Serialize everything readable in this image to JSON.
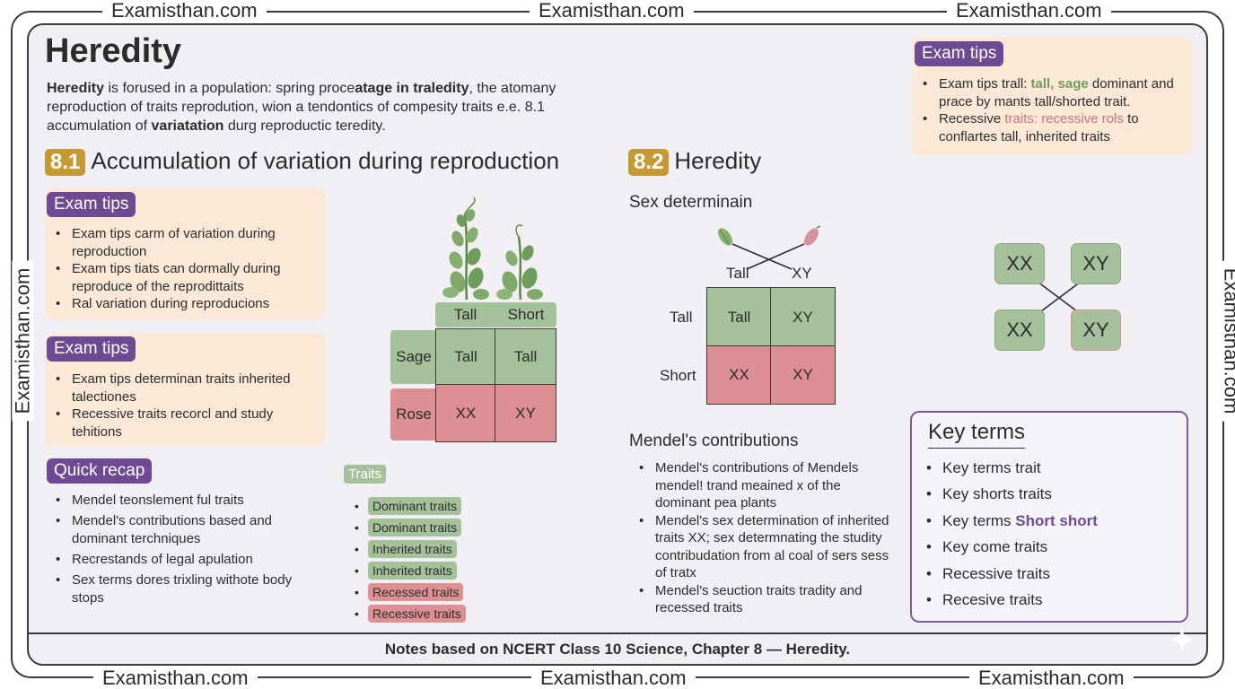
{
  "watermark": "Examisthan.com",
  "header": {
    "title": "Heredity",
    "intro_bold1": "Heredity",
    "intro_part1": " is forused in a population: spring proce",
    "intro_bold2": "atage in traledity",
    "intro_part2": ", the atomany reproduction of traits reprodution, wion a tendontics of compesity traits e.e. 8.1 accumulation of ",
    "intro_bold3": "variatation",
    "intro_part3": " durg reproductic teredity."
  },
  "section1": {
    "number": "8.1",
    "title": "Accumulation of variation during reproduction",
    "card1": {
      "pill": "Exam tips",
      "items": [
        "Exam tips carm of variation during reproduction",
        "Exam tips tiats can dormally during reproduce of the reprodittaits",
        "Ral variation during reproducions"
      ]
    },
    "card2": {
      "pill": "Exam tips",
      "items": [
        "Exam tips determinan traits inherited talectiones",
        "Recessive traits recorcl and study tehitions"
      ]
    },
    "recap": {
      "pill": "Quick recap",
      "items": [
        "Mendel teonslement ful traits",
        "Mendel's contributions based and dominant terchniques",
        "Recrestands of legal apulation",
        "Sex terms dores trixling withote body stops"
      ]
    },
    "grid": {
      "col_headers": [
        "Tall",
        "Short"
      ],
      "row_headers": [
        "Sage",
        "Rose"
      ],
      "cells": [
        [
          "Tall",
          "Tall"
        ],
        [
          "XX",
          "XY"
        ]
      ]
    },
    "traits": {
      "label": "Traits",
      "items": [
        {
          "text": "Dominant traits",
          "color": "#a4c19c"
        },
        {
          "text": "Dominant traits",
          "color": "#a4c19c"
        },
        {
          "text": "Inherited traits",
          "color": "#a4c19c"
        },
        {
          "text": "Inherited traits",
          "color": "#a4c19c"
        },
        {
          "text": "Recessed traits",
          "color": "#dd8f93"
        },
        {
          "text": "Recessive traits",
          "color": "#dd8f93"
        }
      ]
    }
  },
  "section2": {
    "number": "8.2",
    "title": "Heredity",
    "sex_heading": "Sex determinain",
    "cross_labels": [
      "Tall",
      "XY"
    ],
    "grid": {
      "row_headers": [
        "Tall",
        "Short"
      ],
      "cells": [
        [
          "Tall",
          "XY"
        ],
        [
          "XX",
          "XY"
        ]
      ]
    },
    "mendel_heading": "Mendel's contributions",
    "mendel_items": [
      "Mendel's contributions of Mendels mendel! trand meained x of the dominant pea plants",
      "Mendel's sex determination of inherited traits XX; sex determnating the studity contribudation from al coal of sers sess of tratx",
      "Mendel's seuction traits tradity and recessed traits"
    ]
  },
  "top_tips": {
    "pill": "Exam tips",
    "item1_pre": "Exam tips trall: ",
    "item1_hl": "tall, sage",
    "item1_post": " dominant and prace by mants tall/shorted trait.",
    "item2_pre": "Recessive ",
    "item2_hl": "traits: recessive rols",
    "item2_post": " to conflartes tall, inherited traits"
  },
  "xy_boxes": [
    "XX",
    "XY",
    "XX",
    "XY"
  ],
  "key_terms": {
    "title": "Key terms",
    "items": [
      "Key terms trait",
      "Key shorts traits",
      "Key terms",
      "Key come traits",
      "Recessive traits",
      "Recesive traits"
    ],
    "highlight": "Short short"
  },
  "colors": {
    "green": "#a4c19c",
    "red": "#dd8f93",
    "purple": "#6e4a92",
    "gold": "#c59a35",
    "card": "#fbe8d6"
  },
  "footer": "Notes based on NCERT Class 10 Science, Chapter 8 — Heredity."
}
